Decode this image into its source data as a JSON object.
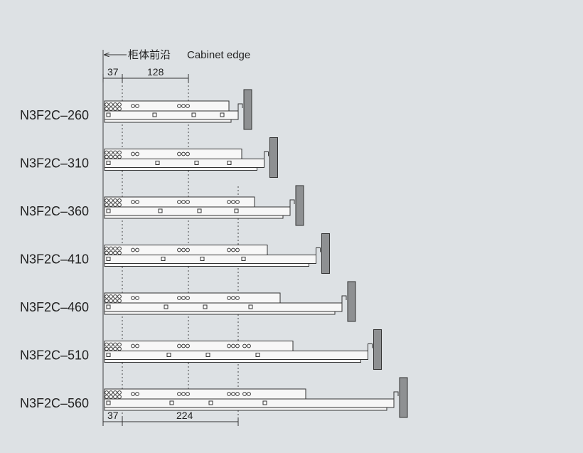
{
  "header": {
    "cabinet_edge_cn": "柜体前沿",
    "cabinet_edge_en": "Cabinet edge"
  },
  "dimensions": {
    "top_left": "37",
    "top_right": "128",
    "bottom_left": "37",
    "bottom_right": "224"
  },
  "models": [
    {
      "label": "N3F2C–260",
      "length_mm": 260
    },
    {
      "label": "N3F2C–310",
      "length_mm": 310
    },
    {
      "label": "N3F2C–360",
      "length_mm": 360
    },
    {
      "label": "N3F2C–410",
      "length_mm": 410
    },
    {
      "label": "N3F2C–460",
      "length_mm": 460
    },
    {
      "label": "N3F2C–510",
      "length_mm": 510
    },
    {
      "label": "N3F2C–560",
      "length_mm": 560
    }
  ],
  "colors": {
    "background": "#dde1e4",
    "rail_fill": "#f7f7f7",
    "rail_stroke": "#333333",
    "cabinet_panel": "#8e9092"
  }
}
